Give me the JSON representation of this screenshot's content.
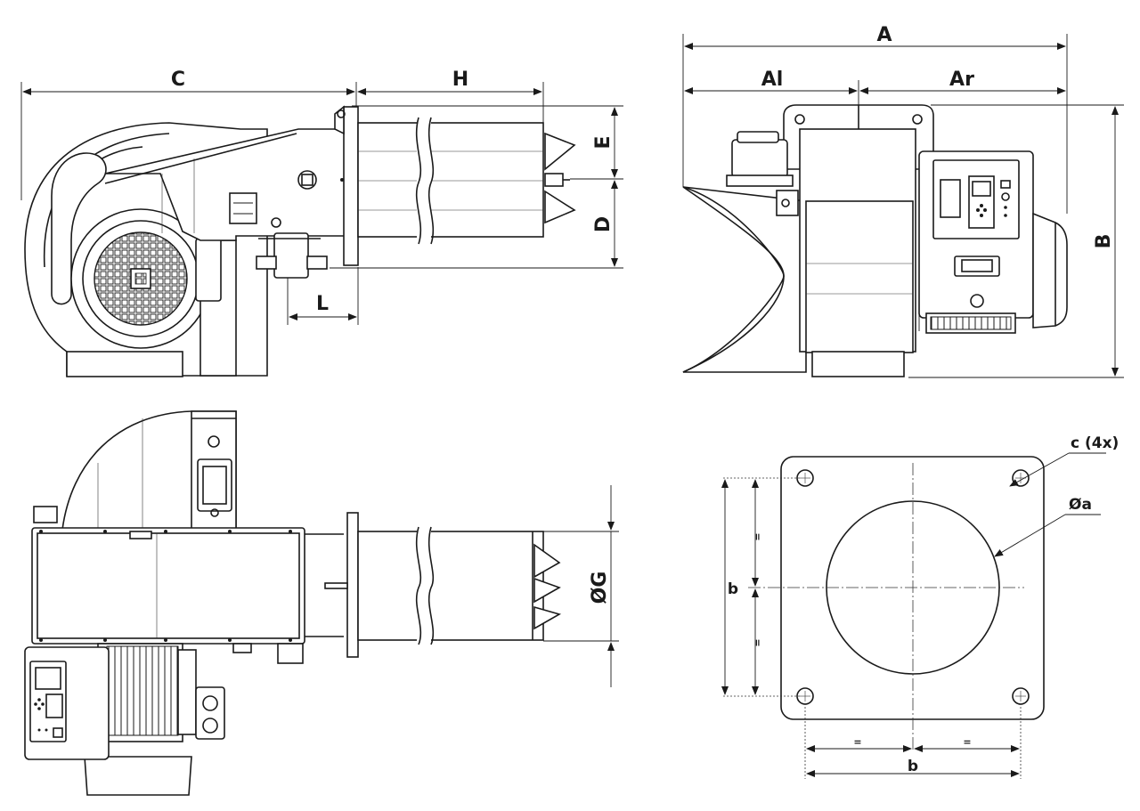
{
  "views": {
    "side": {
      "dims": {
        "C": "C",
        "H": "H",
        "E": "E",
        "D": "D",
        "L": "L"
      }
    },
    "front": {
      "dims": {
        "A": "A",
        "Al": "Al",
        "Ar": "Ar",
        "B": "B"
      }
    },
    "top": {
      "dims": {
        "G": "ØG"
      }
    },
    "flange": {
      "dims": {
        "c": "c (4x)",
        "a": "Øa",
        "b_vertical": "b",
        "b_horizontal": "b"
      },
      "equal_mark": "="
    }
  },
  "colors": {
    "line": "#1a1a1a",
    "background": "#ffffff"
  }
}
